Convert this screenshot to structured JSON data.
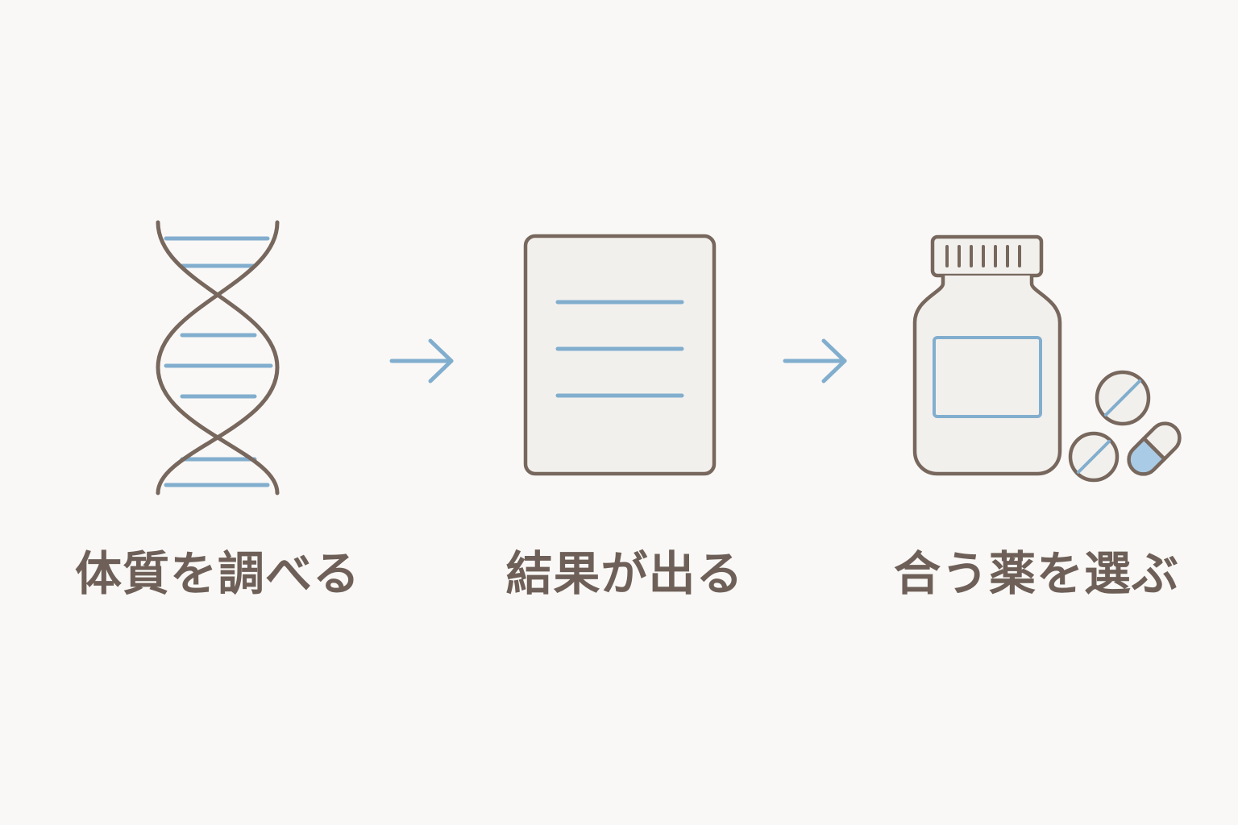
{
  "colors": {
    "background": "#f9f8f6",
    "outline": "#77675d",
    "accent": "#82aece",
    "fill": "#f2f0ed",
    "label": "#6e6058"
  },
  "steps": [
    {
      "icon": "dna-helix-icon",
      "label": "体質を調べる"
    },
    {
      "icon": "report-document-icon",
      "label": "結果が出る"
    },
    {
      "icon": "medicine-bottle-with-pills-icon",
      "label": "合う薬を選ぶ"
    }
  ],
  "connectors": [
    {
      "icon": "arrow-right-icon"
    },
    {
      "icon": "arrow-right-icon"
    }
  ]
}
